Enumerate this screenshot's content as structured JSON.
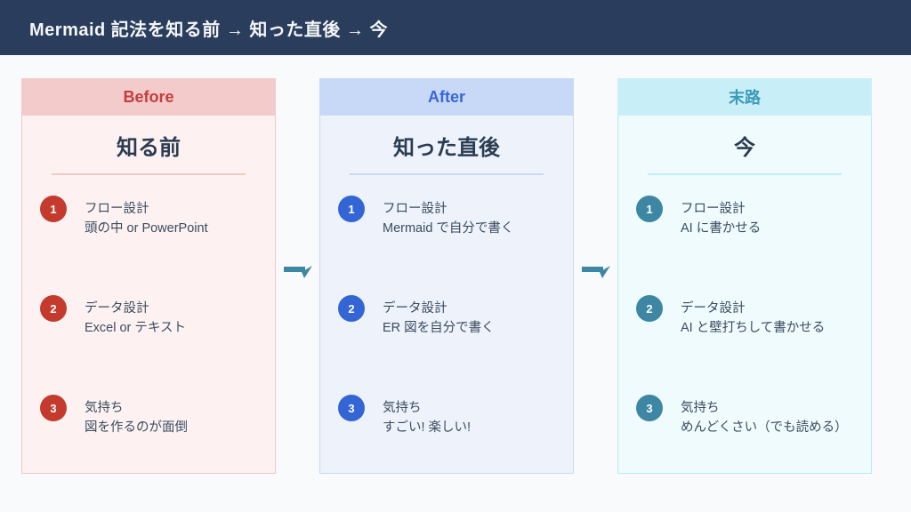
{
  "header": {
    "title": "Mermaid 記法を知る前 → 知った直後 → 今",
    "background": "#2a3d5c"
  },
  "columns": [
    {
      "badge": "Before",
      "title": "知る前",
      "colors": {
        "badge_bg": "#f2cbca",
        "badge_text": "#c53d3d",
        "body_bg": "#fdf2f1",
        "border": "#edc8c5",
        "circle": "#c43b2e"
      },
      "items": [
        {
          "num": "1",
          "label": "フロー設計",
          "detail": "頭の中 or PowerPoint"
        },
        {
          "num": "2",
          "label": "データ設計",
          "detail": "Excel or テキスト"
        },
        {
          "num": "3",
          "label": "気持ち",
          "detail": "図を作るのが面倒"
        }
      ]
    },
    {
      "badge": "After",
      "title": "知った直後",
      "colors": {
        "badge_bg": "#c7d9f7",
        "badge_text": "#3a66d9",
        "body_bg": "#edf2fb",
        "border": "#c9daf6",
        "circle": "#3365d4"
      },
      "items": [
        {
          "num": "1",
          "label": "フロー設計",
          "detail": "Mermaid で自分で書く"
        },
        {
          "num": "2",
          "label": "データ設計",
          "detail": "ER 図を自分で書く"
        },
        {
          "num": "3",
          "label": "気持ち",
          "detail": "すごい! 楽しい!"
        }
      ]
    },
    {
      "badge": "末路",
      "title": "今",
      "colors": {
        "badge_bg": "#c8eff8",
        "badge_text": "#3d9ab8",
        "body_bg": "#effbfd",
        "border": "#b9eaf4",
        "circle": "#3d87a4"
      },
      "items": [
        {
          "num": "1",
          "label": "フロー設計",
          "detail": "AI に書かせる"
        },
        {
          "num": "2",
          "label": "データ設計",
          "detail": "AI と壁打ちして書かせる"
        },
        {
          "num": "3",
          "label": "気持ち",
          "detail": "めんどくさい（でも読める）"
        }
      ]
    }
  ],
  "arrows": {
    "icon": "right-arrow",
    "color": "#3d87a4",
    "count": 2
  }
}
